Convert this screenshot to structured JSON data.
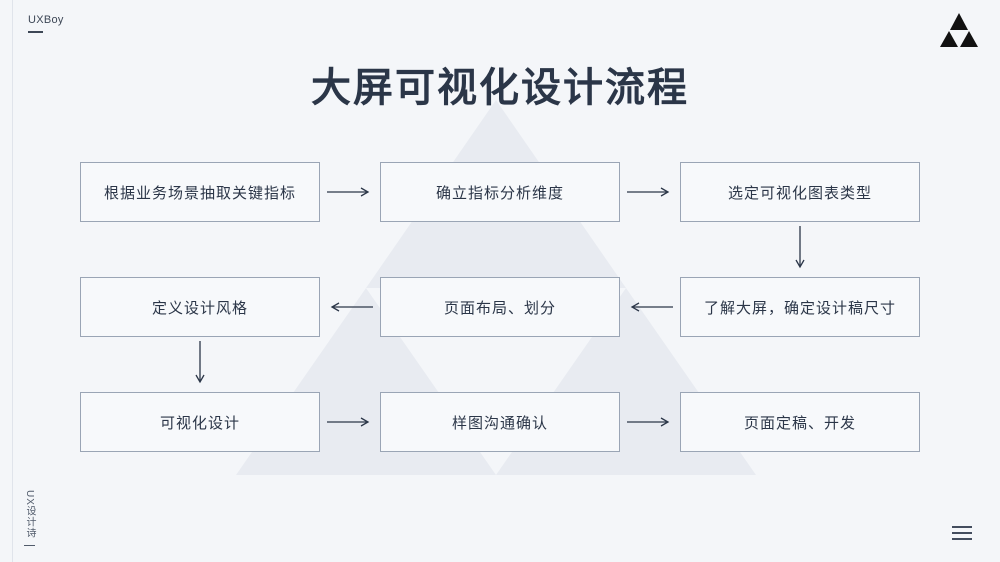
{
  "brand": {
    "name": "UXBoy",
    "logo_icon": "triangle-trio-logo"
  },
  "header": {
    "title": "大屏可视化设计流程"
  },
  "flow": {
    "rows": [
      {
        "nodes": [
          "根据业务场景抽取关键指标",
          "确立指标分析维度",
          "选定可视化图表类型"
        ],
        "connectors": [
          "arrow-right",
          "arrow-right"
        ]
      },
      {
        "nodes": [
          "定义设计风格",
          "页面布局、划分",
          "了解大屏，确定设计稿尺寸"
        ],
        "connectors": [
          "arrow-left",
          "arrow-left"
        ]
      },
      {
        "nodes": [
          "可视化设计",
          "样图沟通确认",
          "页面定稿、开发"
        ],
        "connectors": [
          "arrow-right",
          "arrow-right"
        ]
      }
    ],
    "vertical_connectors": [
      {
        "after_row": 1,
        "column": 3,
        "icon": "arrow-down"
      },
      {
        "after_row": 2,
        "column": 1,
        "icon": "arrow-down"
      }
    ]
  },
  "footer": {
    "vertical_text": "UX设计诗",
    "menu_icon": "hamburger-menu-icon"
  },
  "colors": {
    "background": "#f4f6f9",
    "node_fill": "#f7f9fb",
    "node_border": "#9aa5b5",
    "text": "#2b3648",
    "watermark": "#e7eaf0",
    "accent": "#111111"
  }
}
